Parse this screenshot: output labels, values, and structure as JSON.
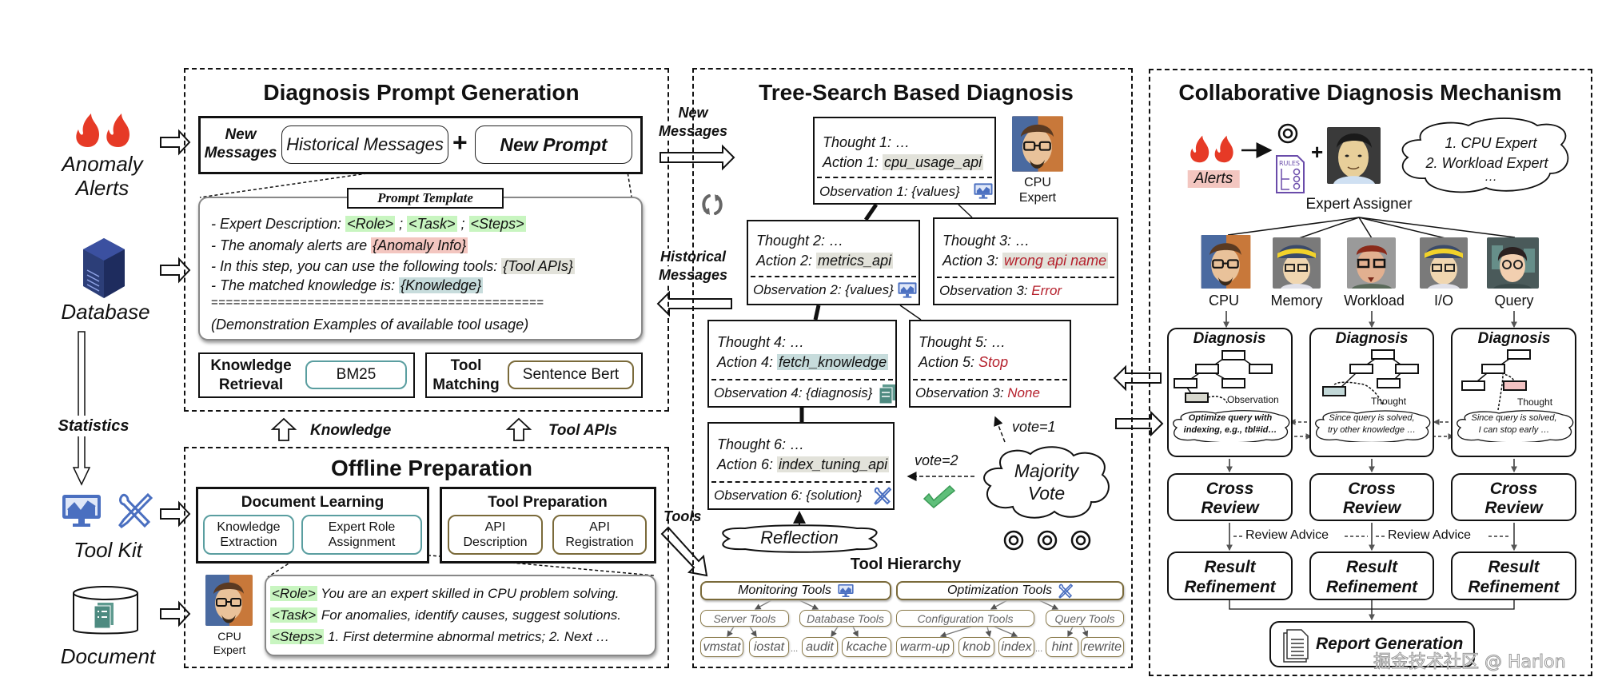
{
  "inputs": {
    "anomaly_alerts": "Anomaly\nAlerts",
    "anomaly_alerts_line1": "Anomaly",
    "anomaly_alerts_line2": "Alerts",
    "database": "Database",
    "statistics": "Statistics",
    "tool_kit": "Tool Kit",
    "document": "Document"
  },
  "prompt_generation": {
    "title": "Diagnosis Prompt Generation",
    "new_messages_line1": "New",
    "new_messages_line2": "Messages",
    "historical_messages": "Historical Messages",
    "plus": "+",
    "new_prompt": "New Prompt",
    "template_title": "Prompt Template",
    "template_lines": {
      "l1_prefix": "- Expert Description: ",
      "role": "<Role>",
      "sep": " ; ",
      "task": "<Task>",
      "steps": "<Steps>",
      "l2_prefix": "- The anomaly alerts are ",
      "anomaly_info": "{Anomaly Info}",
      "l3_prefix": "- In this step, you can use the following tools: ",
      "tool_apis": "{Tool APIs}",
      "l4_prefix": "- The matched knowledge is: ",
      "knowledge": "{Knowledge}",
      "separator": "=============================================",
      "l5": "(Demonstration Examples of available tool usage)"
    },
    "knowledge_retrieval_line1": "Knowledge",
    "knowledge_retrieval_line2": "Retrieval",
    "bm25": "BM25",
    "tool_matching_line1": "Tool",
    "tool_matching_line2": "Matching",
    "sentence_bert": "Sentence Bert"
  },
  "flow_labels": {
    "knowledge": "Knowledge",
    "tool_apis": "Tool APIs",
    "tools": "Tools",
    "new_messages_line1": "New",
    "new_messages_line2": "Messages",
    "historical_messages_line1": "Historical",
    "historical_messages_line2": "Messages"
  },
  "offline_preparation": {
    "title": "Offline Preparation",
    "document_learning": "Document Learning",
    "knowledge_extraction_line1": "Knowledge",
    "knowledge_extraction_line2": "Extraction",
    "expert_role_line1": "Expert Role",
    "expert_role_line2": "Assignment",
    "tool_preparation": "Tool Preparation",
    "api_description_line1": "API",
    "api_description_line2": "Description",
    "api_registration_line1": "API",
    "api_registration_line2": "Registration",
    "expert_label_line1": "CPU",
    "expert_label_line2": "Expert",
    "role_tag": "<Role>",
    "role_text": " You are an expert skilled in CPU problem solving.",
    "task_tag": "<Task>",
    "task_text": " For anomalies, identify causes, suggest solutions.",
    "steps_tag": "<Steps>",
    "steps_text": " 1. First determine abnormal metrics; 2. Next …"
  },
  "tree_search": {
    "title": "Tree-Search Based Diagnosis",
    "expert_label_line1": "CPU",
    "expert_label_line2": "Expert",
    "nodes": [
      {
        "thought": "Thought 1: …",
        "action_prefix": "Action 1: ",
        "action": "cpu_usage_api",
        "obs_prefix": "Observation 1: ",
        "obs": "{values}"
      },
      {
        "thought": "Thought 2: …",
        "action_prefix": "Action 2: ",
        "action": "metrics_api",
        "obs_prefix": "Observation 2: ",
        "obs": "{values}"
      },
      {
        "thought": "Thought 3: …",
        "action_prefix": "Action 3: ",
        "action": "wrong api name",
        "obs_prefix": "Observation 3: ",
        "obs": "Error"
      },
      {
        "thought": "Thought 4: …",
        "action_prefix": "Action 4: ",
        "action": "fetch_knowledge",
        "obs_prefix": "Observation 4: ",
        "obs": "{diagnosis}"
      },
      {
        "thought": "Thought 5: …",
        "action_prefix": "Action 5: ",
        "action": "Stop",
        "obs_prefix": "Observation 3: ",
        "obs": "None"
      },
      {
        "thought": "Thought 6: …",
        "action_prefix": "Action 6: ",
        "action": "index_tuning_api",
        "obs_prefix": "Observation 6: ",
        "obs": "{solution}"
      }
    ],
    "reflection": "Reflection",
    "majority_vote_line1": "Majority",
    "majority_vote_line2": "Vote",
    "vote1": "vote=1",
    "vote2": "vote=2",
    "tool_hierarchy": {
      "title": "Tool Hierarchy",
      "monitoring": "Monitoring Tools",
      "optimization": "Optimization Tools",
      "server": "Server Tools",
      "database": "Database Tools",
      "configuration": "Configuration Tools",
      "query": "Query Tools",
      "leaves": [
        "vmstat",
        "iostat",
        "audit",
        "kcache",
        "warm-up",
        "knob",
        "index",
        "hint",
        "rewrite"
      ],
      "ellipsis": "..."
    }
  },
  "collaborative": {
    "title": "Collaborative Diagnosis Mechanism",
    "alerts": "Alerts",
    "plus": "+",
    "rules": "RULES",
    "expert_assigner": "Expert Assigner",
    "assignment_line1": "1. CPU Expert",
    "assignment_line2": "2. Workload Expert",
    "assignment_line3": "…",
    "experts": [
      "CPU",
      "Memory",
      "Workload",
      "I/O",
      "Query"
    ],
    "diagnosis": "Diagnosis",
    "columns": [
      {
        "hint": "Observation",
        "cloud_line1": "Optimize query with",
        "cloud_line2": "indexing, e.g., tbl#id…"
      },
      {
        "hint": "Thought",
        "cloud_line1": "Since query is solved,",
        "cloud_line2": "try other knowledge …"
      },
      {
        "hint": "Thought",
        "cloud_line1": "Since query is solved,",
        "cloud_line2": "I can stop early …"
      }
    ],
    "cross_review_line1": "Cross",
    "cross_review_line2": "Review",
    "review_advice": "Review Advice",
    "result_line1": "Result",
    "result_line2": "Refinement",
    "report_generation": "Report Generation"
  },
  "watermark": "掘金技术社区 @ Harlon",
  "colors": {
    "highlight_green": "#c8f5c0",
    "highlight_red": "#f3c6c0",
    "highlight_gray": "#e2e2da",
    "highlight_teal": "#c7dcdc",
    "error_red": "#b5202c",
    "teal_border": "#5a9ea0",
    "olive_border": "#7a6a3a",
    "flame_red": "#e63a26",
    "icon_blue": "#4a6fc0"
  }
}
